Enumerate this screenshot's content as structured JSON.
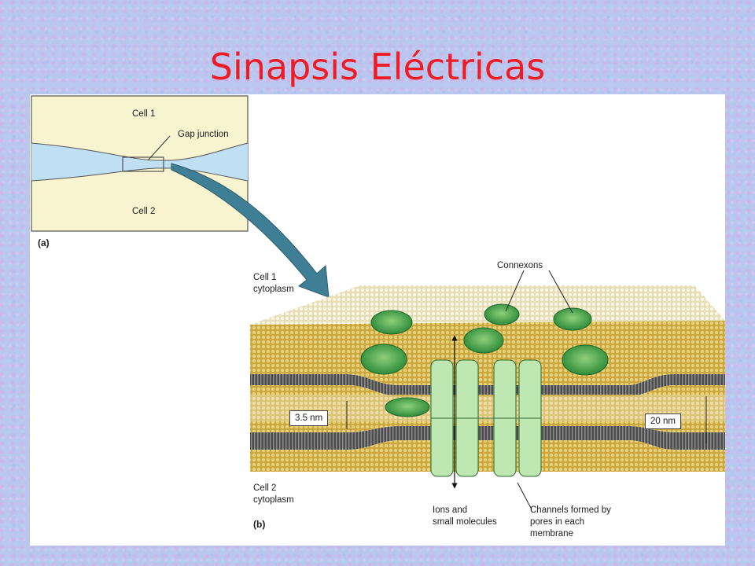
{
  "slide": {
    "title": "Sinapsis Eléctricas"
  },
  "figure": {
    "panel_a": {
      "cell1": "Cell 1",
      "gap_junction": "Gap junction",
      "cell2": "Cell 2",
      "tag": "(a)"
    },
    "panel_b": {
      "connexons": "Connexons",
      "cell1_cytoplasm_line1": "Cell 1",
      "cell1_cytoplasm_line2": "cytoplasm",
      "gap_3_5nm": "3.5 nm",
      "width_20nm": "20 nm",
      "cell2_cytoplasm_line1": "Cell 2",
      "cell2_cytoplasm_line2": "cytoplasm",
      "ions_line1": "Ions and",
      "ions_line2": "small molecules",
      "channels_line1": "Channels formed by",
      "channels_line2": "pores in each",
      "channels_line3": "membrane",
      "tag": "(b)"
    }
  }
}
